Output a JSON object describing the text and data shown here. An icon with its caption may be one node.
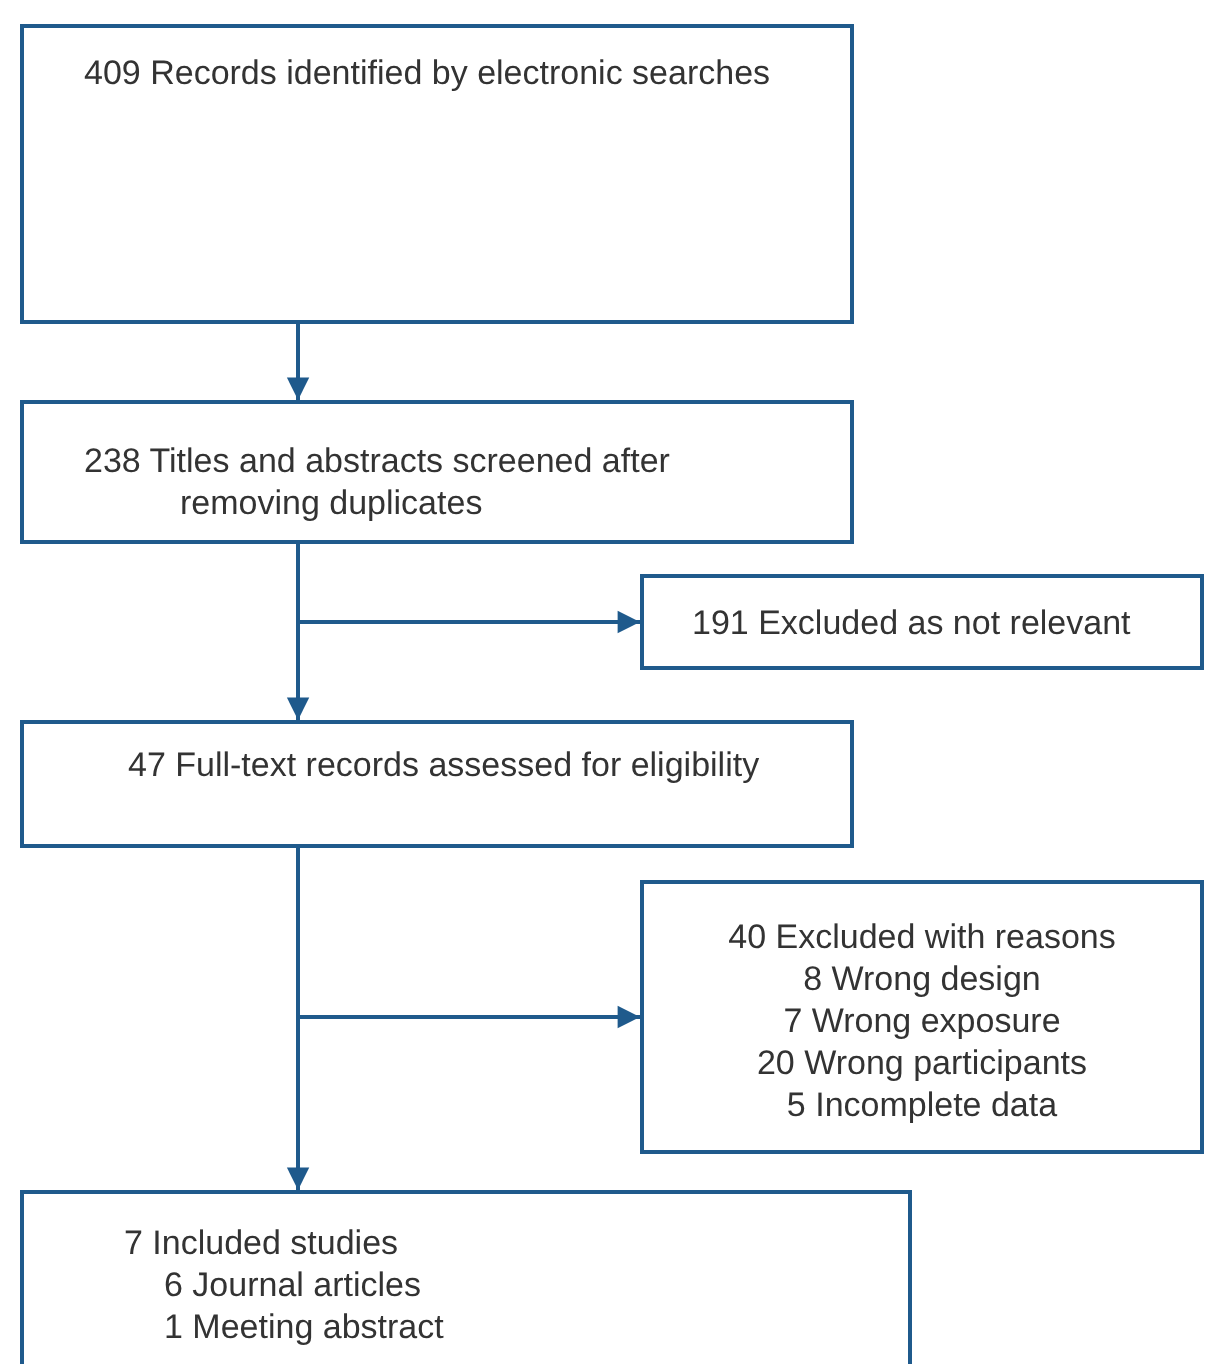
{
  "diagram": {
    "nodes": [
      {
        "text": [
          "409 Records identified by electronic searches"
        ]
      },
      {
        "text": [
          "238 Titles and abstracts screened after removing duplicates"
        ]
      },
      {
        "text": [
          "191 Excluded as not relevant"
        ]
      },
      {
        "text": [
          "47 Full-text records assessed for eligibility"
        ]
      },
      {
        "text": [
          "40 Excluded with reasons",
          "8 Wrong design",
          "7 Wrong exposure",
          "20 Wrong participants",
          "5 Incomplete data"
        ]
      },
      {
        "text": [
          "7 Included studies",
          "6 Journal articles",
          "1 Meeting abstract"
        ]
      }
    ],
    "edges": [
      {
        "from": 0,
        "to": 1,
        "arrow": "to"
      },
      {
        "from": 1,
        "to": 3,
        "arrow": "to"
      },
      {
        "from": 1,
        "to": 2,
        "arrow": "to"
      },
      {
        "from": 3,
        "to": 5,
        "arrow": "to"
      },
      {
        "from": 3,
        "to": 4,
        "arrow": "to"
      }
    ]
  }
}
